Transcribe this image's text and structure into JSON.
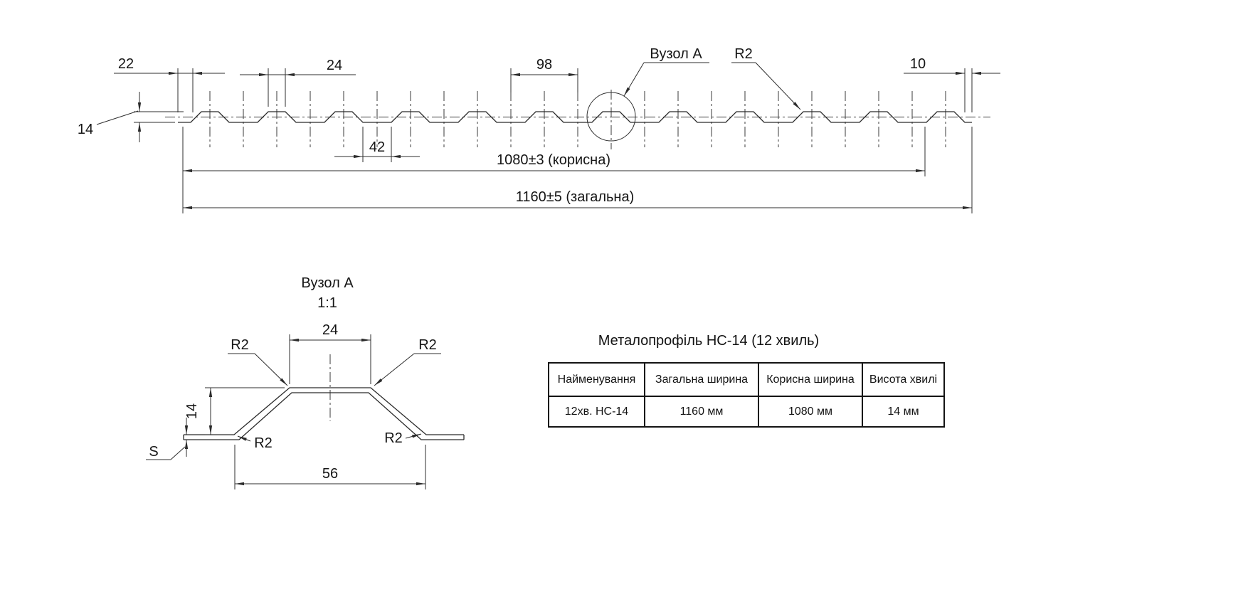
{
  "main_view": {
    "dim_edge_left": "22",
    "dim_crest_top": "24",
    "dim_pitch": "98",
    "dim_edge_right": "10",
    "dim_height": "14",
    "dim_flat": "42",
    "dim_useful_width": "1080±3 (корисна)",
    "dim_total_width": "1160±5 (загальна)",
    "node_label": "Вузол А",
    "radius_label": "R2"
  },
  "detail_view": {
    "title": "Вузол А",
    "scale": "1:1",
    "dim_top_width": "24",
    "dim_height": "14",
    "dim_bottom_width": "56",
    "thickness_label": "S",
    "radius_label": "R2"
  },
  "spec_table": {
    "title": "Металопрофіль НС-14 (12 хвиль)",
    "headers": [
      "Найменування",
      "Загальна ширина",
      "Корисна ширина",
      "Висота хвилі"
    ],
    "row": [
      "12хв. НС-14",
      "1160 мм",
      "1080 мм",
      "14 мм"
    ]
  }
}
